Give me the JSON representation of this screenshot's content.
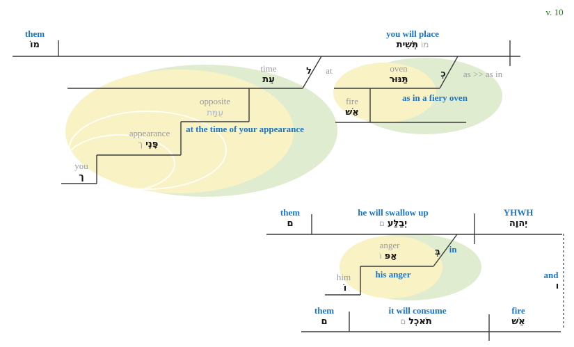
{
  "verse_ref": "v. 10",
  "colors": {
    "gloss_blue": "#1874CD",
    "gray_text": "#9a9a9a",
    "verse_green": "#1e7d1e",
    "ellipse_yellow": "#f8f2c4",
    "ellipse_green": "#e0ecd0",
    "hebrew_light_blue": "#a2b7d6",
    "line_color": "#3b3b3b"
  },
  "clause1": {
    "object": {
      "gloss": "them",
      "hebrew": "מוֹ"
    },
    "verb": {
      "gloss": "you will place",
      "hebrew_main": "תְּשִׁית",
      "hebrew_suffix": "מוֹ"
    },
    "time_phrase": {
      "prep_hebrew": "ל",
      "prep_gloss": "at",
      "head": {
        "gloss": "time",
        "hebrew": "עֵת"
      },
      "modifier": {
        "gloss": "opposite",
        "hebrew": "עֻמַּת"
      },
      "phrase_gloss": "at the time of your appearance",
      "genitive": {
        "gloss": "appearance",
        "hebrew_main": "פָּנֶי",
        "hebrew_suffix": "ך"
      },
      "suffix": {
        "gloss": "you",
        "hebrew": "ך"
      }
    },
    "oven_phrase": {
      "prep_hebrew": "כְ",
      "prep_gloss": "as >> as in",
      "head": {
        "gloss": "oven",
        "hebrew": "תַּנּוּר"
      },
      "genitive": {
        "gloss": "fire",
        "hebrew": "אֵשׁ"
      },
      "phrase_gloss": "as in a fiery oven"
    }
  },
  "clause2": {
    "object": {
      "gloss": "them",
      "hebrew": "ם"
    },
    "verb": {
      "gloss": "he will swallow up",
      "hebrew_main": "יְבַלַּע",
      "hebrew_suffix": "ם"
    },
    "subject": {
      "gloss": "YHWH",
      "hebrew": "יְהוָה"
    },
    "anger_phrase": {
      "prep_hebrew": "בְּ",
      "prep_gloss": "in",
      "head": {
        "gloss": "anger",
        "hebrew_main": "אַפּ",
        "hebrew_suffix": "וֹ"
      },
      "phrase_gloss": "his anger",
      "suffix": {
        "gloss": "him",
        "hebrew": "וֹ"
      }
    }
  },
  "conjunction": {
    "gloss": "and",
    "hebrew": "ו"
  },
  "clause3": {
    "object": {
      "gloss": "them",
      "hebrew": "ם"
    },
    "verb": {
      "gloss": "it will consume",
      "hebrew_main": "תֹאכְל",
      "hebrew_suffix": "ם"
    },
    "subject": {
      "gloss": "fire",
      "hebrew": "אֵשׁ"
    }
  }
}
